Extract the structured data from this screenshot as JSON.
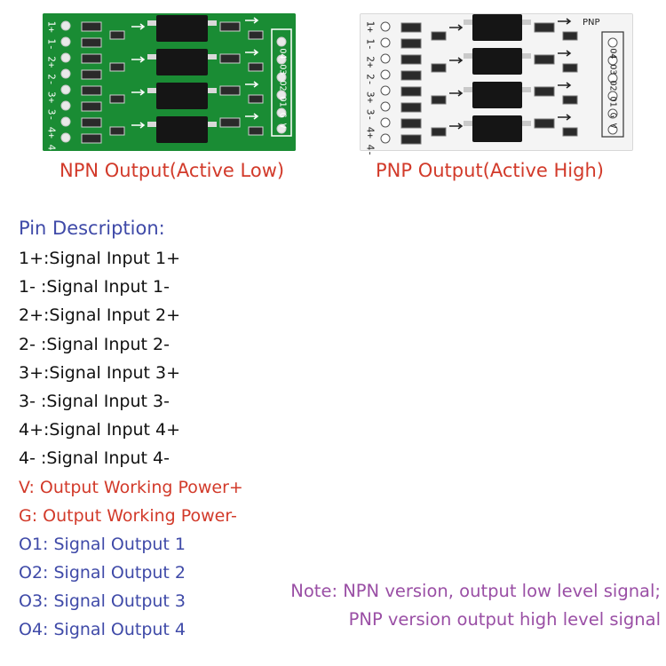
{
  "boards": {
    "npn": {
      "caption": "NPN Output(Active Low)",
      "left_pins": "1+ 1- 2+ 2- 3+ 3- 4+ 4-",
      "right_pins": "O4 O3 O2 O1 G V",
      "color": "#1a8c34"
    },
    "pnp": {
      "caption": "PNP Output(Active High)",
      "left_pins": "1+ 1- 2+ 2- 3+ 3- 4+ 4-",
      "right_pins": "O4 O3 O2 O1 G V",
      "marking": "PNP",
      "color": "#f4f4f4"
    }
  },
  "pin_description": {
    "title": "Pin Description:",
    "items": [
      {
        "text": "1+:Signal Input 1+",
        "color": "black"
      },
      {
        "text": "1- :Signal Input 1-",
        "color": "black"
      },
      {
        "text": "2+:Signal Input 2+",
        "color": "black"
      },
      {
        "text": "2- :Signal Input 2-",
        "color": "black"
      },
      {
        "text": "3+:Signal Input 3+",
        "color": "black"
      },
      {
        "text": "3- :Signal Input 3-",
        "color": "black"
      },
      {
        "text": "4+:Signal Input 4+",
        "color": "black"
      },
      {
        "text": "4- :Signal Input 4-",
        "color": "black"
      },
      {
        "text": "V: Output Working Power+",
        "color": "red"
      },
      {
        "text": "G: Output Working Power-",
        "color": "red"
      },
      {
        "text": "O1: Signal Output 1",
        "color": "blue"
      },
      {
        "text": "O2: Signal Output 2",
        "color": "blue"
      },
      {
        "text": "O3: Signal Output 3",
        "color": "blue"
      },
      {
        "text": "O4: Signal Output 4",
        "color": "blue"
      }
    ]
  },
  "note": {
    "line1": "Note: NPN version, output low level signal;",
    "line2": "PNP version output high level signal"
  },
  "colors": {
    "red": "#d23a2a",
    "blue": "#3f4aa8",
    "purple": "#9a4fa5"
  }
}
